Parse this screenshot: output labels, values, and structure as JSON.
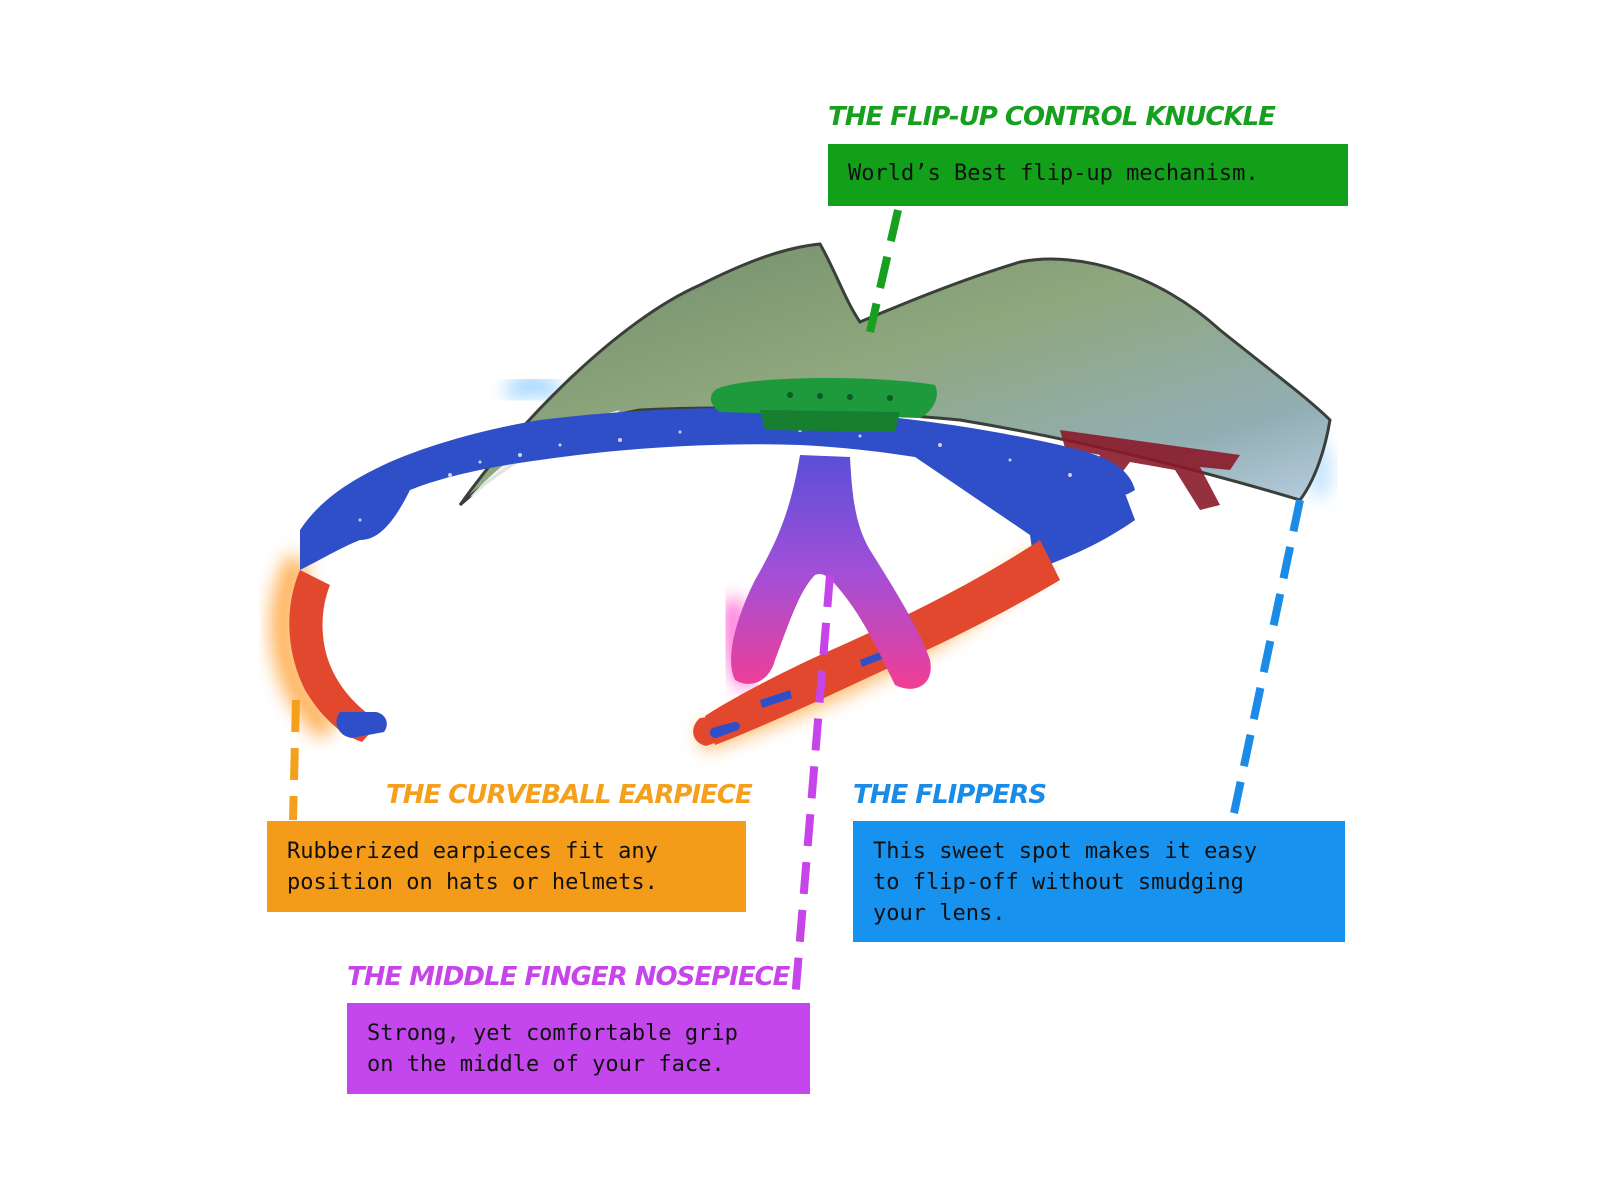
{
  "callouts": {
    "knuckle": {
      "title": "THE FLIP-UP CONTROL KNUCKLE",
      "description": "World’s Best flip-up mechanism.",
      "color": "#12a01a"
    },
    "earpiece": {
      "title": "THE CURVEBALL EARPIECE",
      "description_lines": [
        "Rubberized earpieces fit any",
        "position on hats or helmets."
      ],
      "color": "#f49c1a"
    },
    "flippers": {
      "title": "THE FLIPPERS",
      "description_lines": [
        "This sweet spot makes it easy",
        "to flip-off without smudging",
        "your lens."
      ],
      "color": "#1792ee"
    },
    "nosepiece": {
      "title": "THE MIDDLE FINGER NOSEPIECE",
      "description_lines": [
        "Strong, yet comfortable grip",
        "on the middle of your face."
      ],
      "color": "#c347ec"
    }
  },
  "product": {
    "lens_logo_icon": "brand-logo-icon",
    "frame_color": "#2f4fc8",
    "lens_tint": "#7f9a78",
    "knuckle_color": "#1e9a3c",
    "earpiece_color": "#e2482e",
    "nosepiece_color": "#e23fa0"
  }
}
